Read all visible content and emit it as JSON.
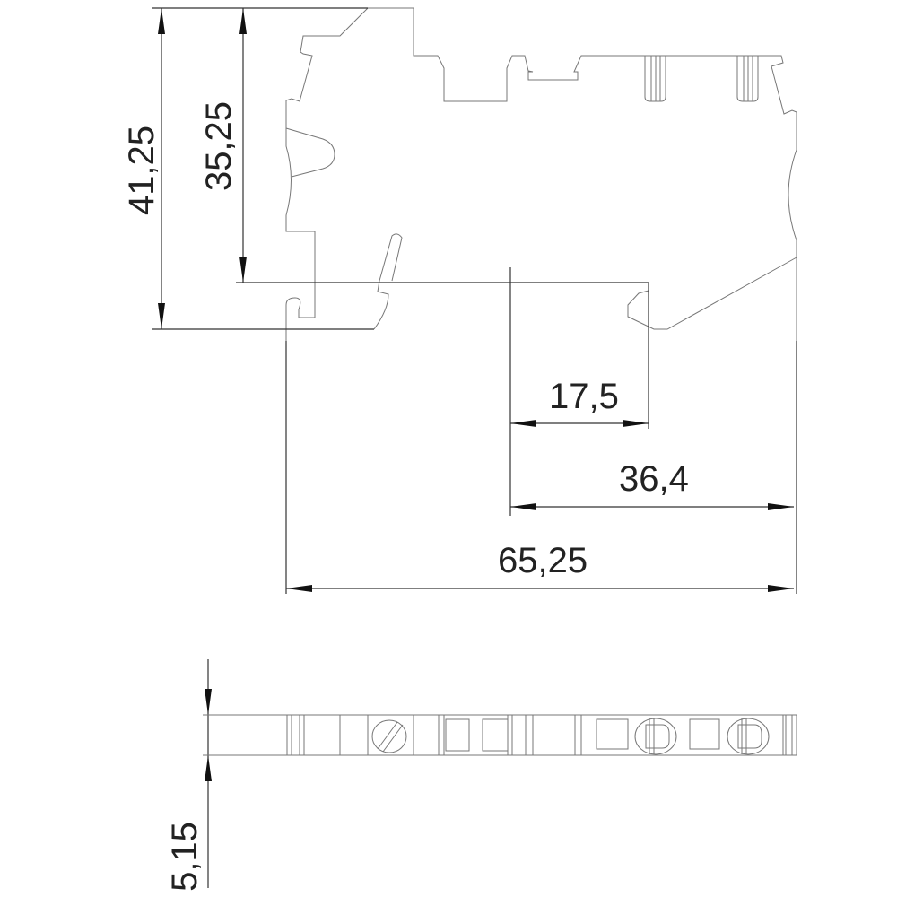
{
  "dimensions": {
    "height_total": "41,25",
    "height_rail": "35,25",
    "offset_small": "17,5",
    "offset_medium": "36,4",
    "width_total": "65,25",
    "thickness": "5,15"
  }
}
